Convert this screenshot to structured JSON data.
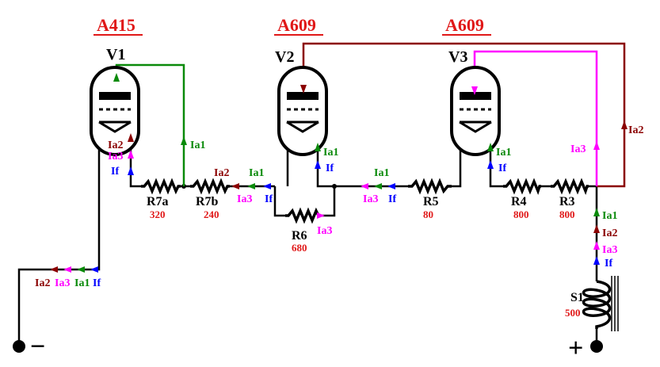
{
  "colors": {
    "wire": "#000000",
    "ia1": "#0a8a0a",
    "ia2": "#8b0000",
    "ia3": "#ff00ff",
    "if": "#0000ff",
    "title": "#e01818",
    "value": "#e01818"
  },
  "tubes": [
    {
      "name": "V1",
      "type": "A415"
    },
    {
      "name": "V2",
      "type": "A609"
    },
    {
      "name": "V3",
      "type": "A609"
    }
  ],
  "resistors": [
    {
      "name": "R7a",
      "value": "320"
    },
    {
      "name": "R7b",
      "value": "240"
    },
    {
      "name": "R6",
      "value": "680"
    },
    {
      "name": "R5",
      "value": "80"
    },
    {
      "name": "R4",
      "value": "800"
    },
    {
      "name": "R3",
      "value": "800"
    }
  ],
  "supply": {
    "inductor": "S1",
    "inductor_value": "500",
    "minus": "−",
    "plus": "+"
  },
  "currents": {
    "ia1": "Ia1",
    "ia2": "Ia2",
    "ia3": "Ia3",
    "if": "If"
  }
}
